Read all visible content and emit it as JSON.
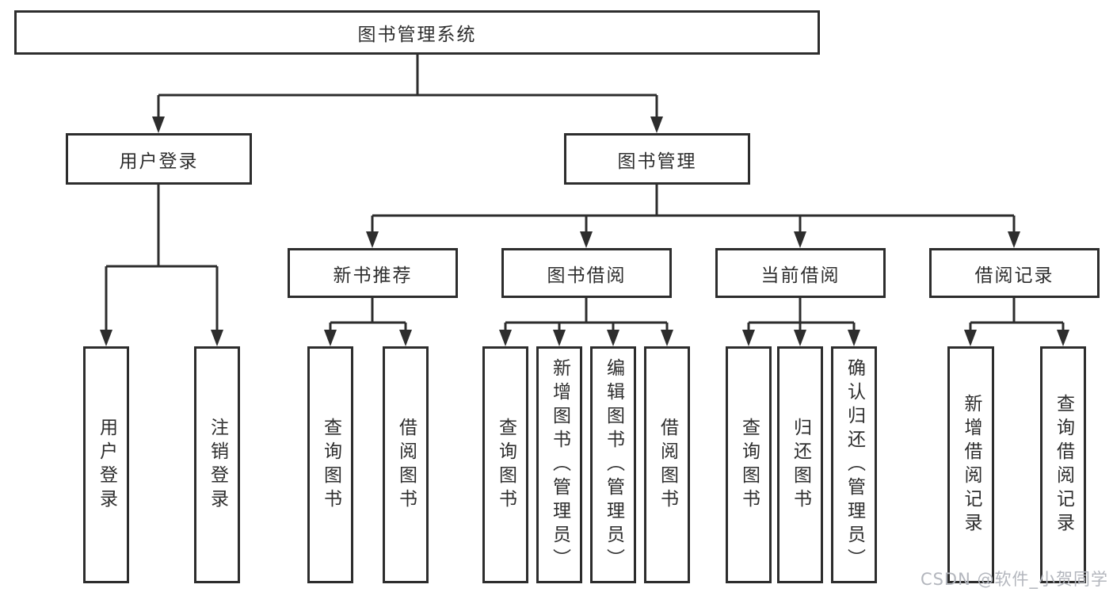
{
  "tree": {
    "label": "图书管理系统",
    "children": [
      {
        "label": "用户登录",
        "children": [
          {
            "label": "用户登录"
          },
          {
            "label": "注销登录"
          }
        ]
      },
      {
        "label": "图书管理",
        "children": [
          {
            "label": "新书推荐",
            "children": [
              {
                "label": "查询图书"
              },
              {
                "label": "借阅图书"
              }
            ]
          },
          {
            "label": "图书借阅",
            "children": [
              {
                "label": "查询图书"
              },
              {
                "label": "新增图书（管理员）"
              },
              {
                "label": "编辑图书（管理员）"
              },
              {
                "label": "借阅图书"
              }
            ]
          },
          {
            "label": "当前借阅",
            "children": [
              {
                "label": "查询图书"
              },
              {
                "label": "归还图书"
              },
              {
                "label": "确认归还（管理员）"
              }
            ]
          },
          {
            "label": "借阅记录",
            "children": [
              {
                "label": "新增借阅记录"
              },
              {
                "label": "查询借阅记录"
              }
            ]
          }
        ]
      }
    ]
  },
  "watermark": {
    "text": "CSDN @软件_小贺同学"
  },
  "colors": {
    "line": "#2d2d2d",
    "text": "#2e2e2e",
    "watermark": "#b3b6bd",
    "background": "#ffffff"
  }
}
